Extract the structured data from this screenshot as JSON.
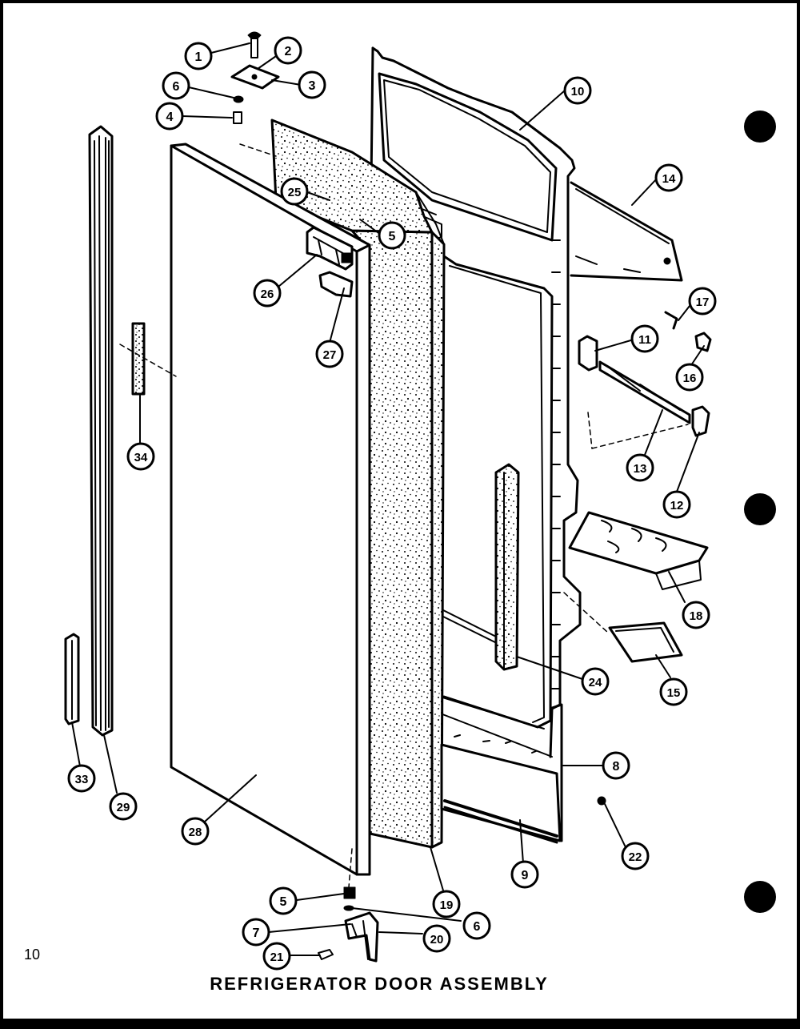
{
  "page_number": "10",
  "title": "REFRIGERATOR DOOR ASSEMBLY",
  "callouts": [
    {
      "id": "c1",
      "label": "1"
    },
    {
      "id": "c2",
      "label": "2"
    },
    {
      "id": "c3",
      "label": "3"
    },
    {
      "id": "c6a",
      "label": "6"
    },
    {
      "id": "c4",
      "label": "4"
    },
    {
      "id": "c10",
      "label": "10"
    },
    {
      "id": "c14",
      "label": "14"
    },
    {
      "id": "c25",
      "label": "25"
    },
    {
      "id": "c5a",
      "label": "5"
    },
    {
      "id": "c26",
      "label": "26"
    },
    {
      "id": "c27",
      "label": "27"
    },
    {
      "id": "c17",
      "label": "17"
    },
    {
      "id": "c11",
      "label": "11"
    },
    {
      "id": "c16",
      "label": "16"
    },
    {
      "id": "c34",
      "label": "34"
    },
    {
      "id": "c13",
      "label": "13"
    },
    {
      "id": "c12",
      "label": "12"
    },
    {
      "id": "c18",
      "label": "18"
    },
    {
      "id": "c24",
      "label": "24"
    },
    {
      "id": "c15",
      "label": "15"
    },
    {
      "id": "c8",
      "label": "8"
    },
    {
      "id": "c33",
      "label": "33"
    },
    {
      "id": "c29",
      "label": "29"
    },
    {
      "id": "c28",
      "label": "28"
    },
    {
      "id": "c22",
      "label": "22"
    },
    {
      "id": "c9",
      "label": "9"
    },
    {
      "id": "c19",
      "label": "19"
    },
    {
      "id": "c5b",
      "label": "5"
    },
    {
      "id": "c6b",
      "label": "6"
    },
    {
      "id": "c7",
      "label": "7"
    },
    {
      "id": "c20",
      "label": "20"
    },
    {
      "id": "c21",
      "label": "21"
    }
  ],
  "colors": {
    "paper": "#ffffff",
    "ink": "#000000",
    "background": "#000000"
  }
}
